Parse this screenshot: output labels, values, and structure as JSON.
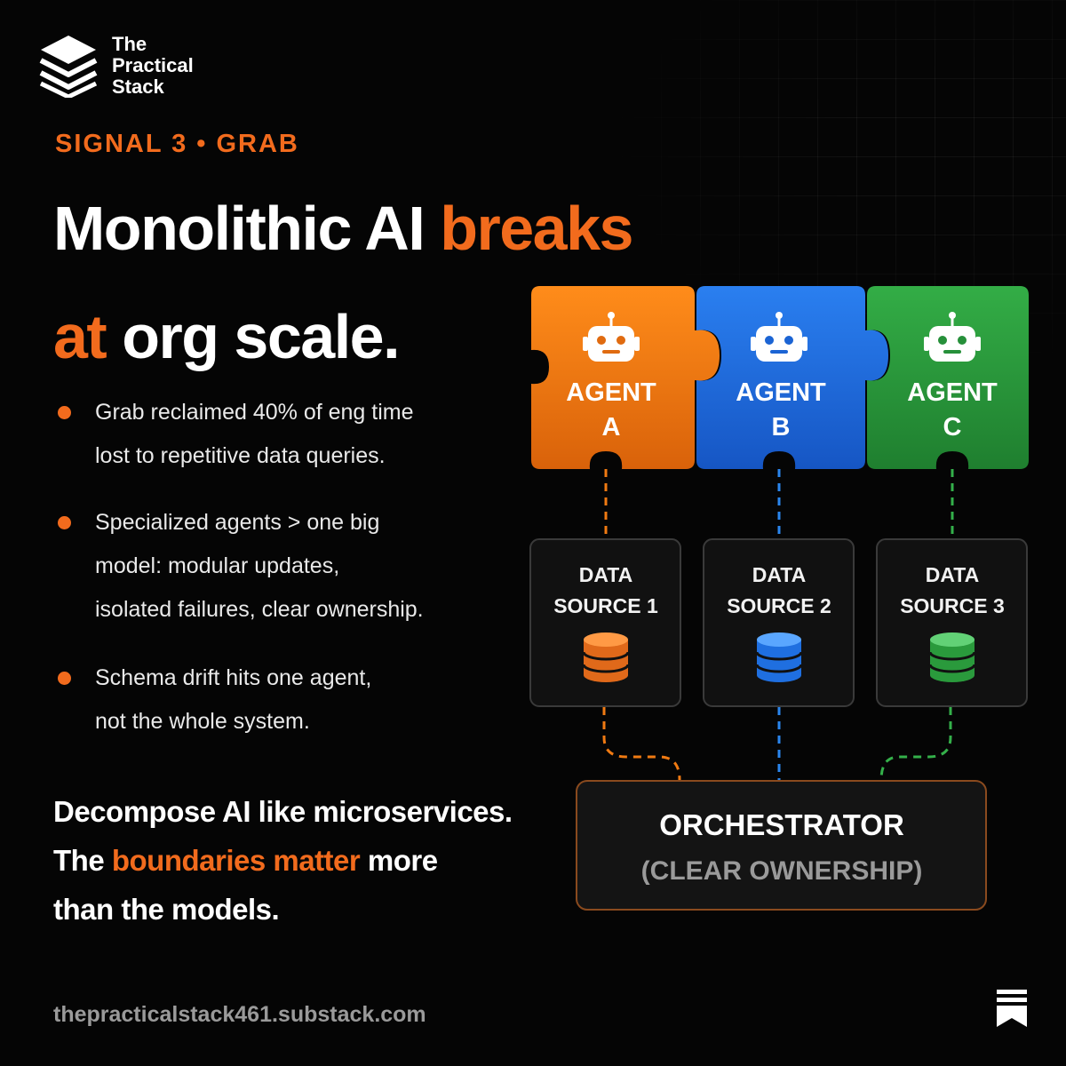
{
  "brand": {
    "line1": "The",
    "line2": "Practical",
    "line3": "Stack"
  },
  "eyebrow": "SIGNAL 3 • GRAB",
  "headline": {
    "part1": "Monolithic AI ",
    "part2": "breaks",
    "part3": "at",
    "part4": " org scale."
  },
  "bullets": [
    {
      "lines": [
        "Grab reclaimed 40% of eng time",
        "lost to repetitive data queries."
      ]
    },
    {
      "lines": [
        "Specialized agents > one big",
        "model: modular updates,",
        "isolated failures, clear ownership."
      ]
    },
    {
      "lines": [
        "Schema drift hits one agent,",
        "not the whole system."
      ]
    }
  ],
  "conclusion": {
    "line1": "Decompose AI like microservices.",
    "line2a": "The ",
    "line2b": "boundaries matter",
    "line2c": " more",
    "line3": "than the models."
  },
  "agents": [
    {
      "line1": "AGENT",
      "line2": "A",
      "color": "#f07a12"
    },
    {
      "line1": "AGENT",
      "line2": "B",
      "color": "#1f6fe0"
    },
    {
      "line1": "AGENT",
      "line2": "C",
      "color": "#2a9a3c"
    }
  ],
  "data_sources": [
    {
      "line1": "DATA",
      "line2": "SOURCE 1",
      "color": "#f07a12"
    },
    {
      "line1": "DATA",
      "line2": "SOURCE 2",
      "color": "#2a86ee"
    },
    {
      "line1": "DATA",
      "line2": "SOURCE 3",
      "color": "#34b04a"
    }
  ],
  "orchestrator": {
    "title": "ORCHESTRATOR",
    "subtitle": "(CLEAR OWNERSHIP)"
  },
  "footer": {
    "url": "thepracticalstack461.substack.com"
  },
  "icons": {
    "logo": "stack-layers-icon",
    "agent": "robot-icon",
    "data": "database-icon",
    "footer": "bookmark-icon"
  },
  "colors": {
    "accent": "#f26b1d",
    "background": "#050505"
  }
}
